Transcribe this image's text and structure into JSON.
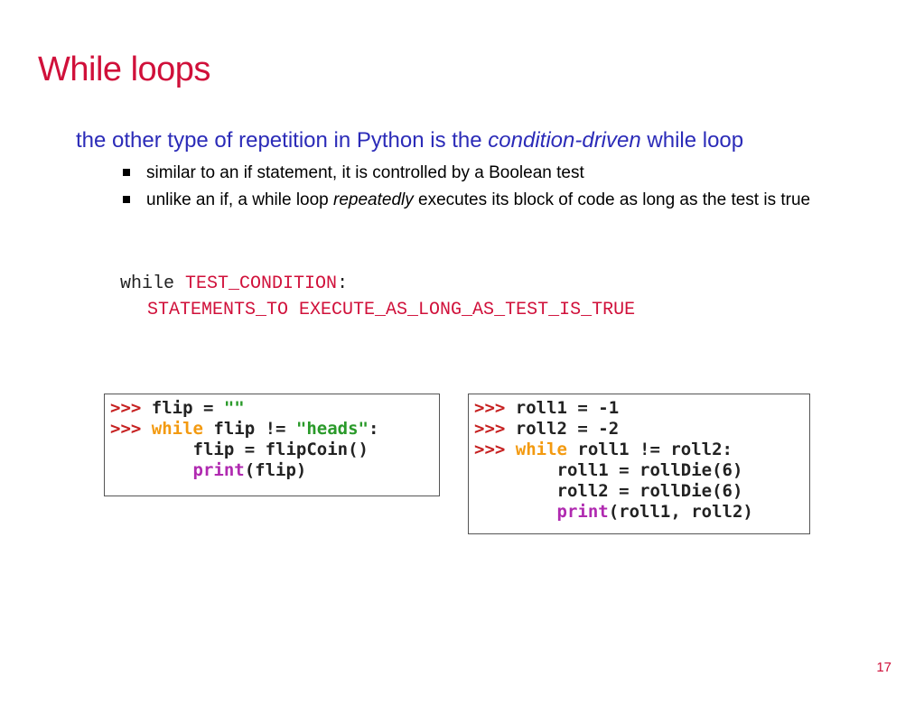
{
  "slide": {
    "title": "While loops",
    "lead_pre": "the other type of repetition in Python is the ",
    "lead_em": "condition-driven",
    "lead_post": " while loop",
    "bullets": [
      {
        "pre": "similar to an if statement, it is controlled by a Boolean test",
        "em": "",
        "post": ""
      },
      {
        "pre": "unlike an if, a while loop ",
        "em": "repeatedly",
        "post": " executes its block of code as long as the test is true"
      }
    ],
    "syntax": {
      "keyword": "while",
      "condition": "TEST_CONDITION",
      "colon": ":",
      "body": "STATEMENTS_TO EXECUTE_AS_LONG_AS_TEST_IS_TRUE"
    },
    "page_number": "17"
  },
  "code1": {
    "l1_prompt": ">>> ",
    "l1_a": "flip = ",
    "l1_str": "\"\"",
    "l2_prompt": ">>> ",
    "l2_kw": "while",
    "l2_a": " flip != ",
    "l2_str": "\"heads\"",
    "l2_b": ":",
    "l3": "        flip = flipCoin()",
    "l4_indent": "        ",
    "l4_fn": "print",
    "l4_a": "(flip)"
  },
  "code2": {
    "l1_prompt": ">>> ",
    "l1_a": "roll1 = -1",
    "l2_prompt": ">>> ",
    "l2_a": "roll2 = -2",
    "l3_prompt": ">>> ",
    "l3_kw": "while",
    "l3_a": " roll1 != roll2:",
    "l4": "        roll1 = rollDie(6)",
    "l5": "        roll2 = rollDie(6)",
    "l6_indent": "        ",
    "l6_fn": "print",
    "l6_a": "(roll1, roll2)"
  },
  "colors": {
    "title": "#d0103a",
    "lead": "#2b2bb8",
    "prompt": "#c62020",
    "keyword": "#f39a10",
    "string": "#2a9a2a",
    "builtin": "#b02ab0"
  }
}
